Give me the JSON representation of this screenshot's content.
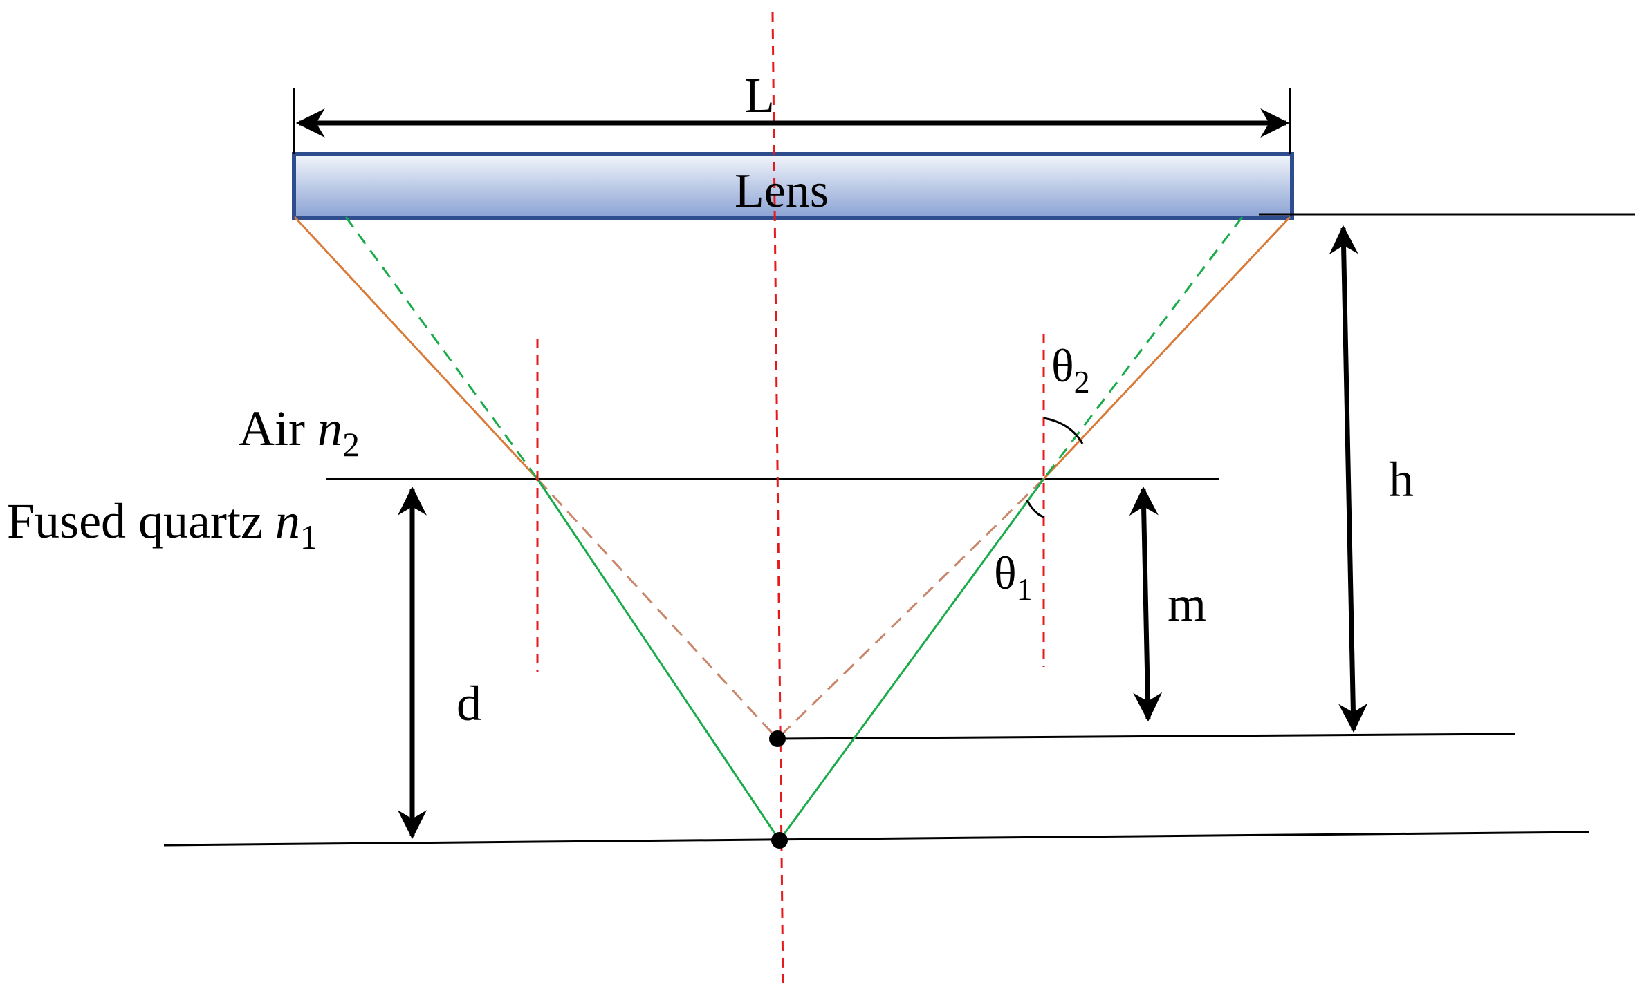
{
  "labels": {
    "L": "L",
    "lens": "Lens",
    "air": "Air",
    "air_n": "n",
    "air_sub": "2",
    "quartz": "Fused quartz",
    "quartz_n": "n",
    "quartz_sub": "1",
    "h": "h",
    "m": "m",
    "d": "d",
    "theta1": "θ",
    "theta1_sub": "1",
    "theta2": "θ",
    "theta2_sub": "2"
  },
  "colors": {
    "axis": "#e8191c",
    "orange_ray": "#d97a38",
    "orange_dash": "#c9866a",
    "green_ray": "#1aab4a",
    "green_dash": "#1aab4a",
    "lens_border": "#2e4d8f",
    "lens_fill_top": "#f3f6fb",
    "lens_fill_bottom": "#8aa2d4",
    "line": "#000000"
  }
}
